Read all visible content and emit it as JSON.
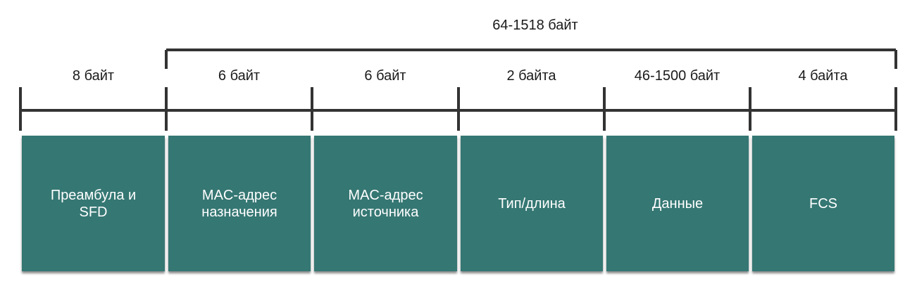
{
  "overall_size": "64-1518 байт",
  "fields": [
    {
      "size": "8 байт",
      "name": "Преамбула и\nSFD"
    },
    {
      "size": "6 байт",
      "name": "MAC-адрес\nназначения"
    },
    {
      "size": "6 байт",
      "name": "MAC-адрес\nисточника"
    },
    {
      "size": "2 байта",
      "name": "Тип/длина"
    },
    {
      "size": "46-1500 байт",
      "name": "Данные"
    },
    {
      "size": "4 байта",
      "name": "FCS"
    }
  ],
  "colors": {
    "field_fill": "#357773",
    "line": "#333333",
    "text": "#1a1a1a",
    "field_text": "#ffffff"
  }
}
